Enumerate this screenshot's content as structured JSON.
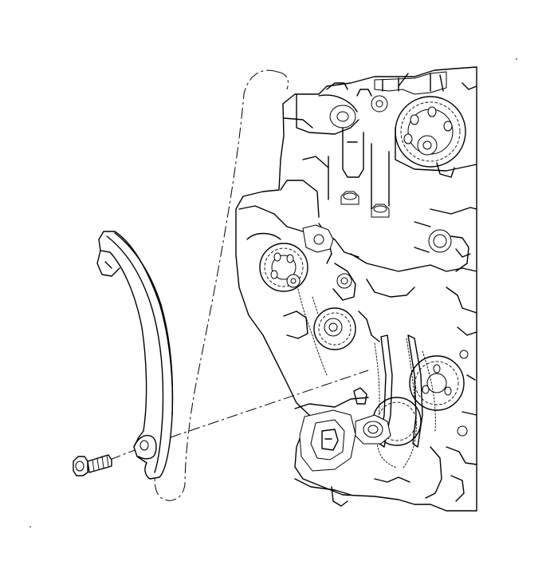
{
  "diagram": {
    "kind": "exploded-view line illustration",
    "parts": [
      "engine-front",
      "timing-chain-guide",
      "guide-bolt",
      "callout-outline",
      "leader-line"
    ],
    "colors": {
      "line": "#000000",
      "background": "#ffffff"
    }
  }
}
